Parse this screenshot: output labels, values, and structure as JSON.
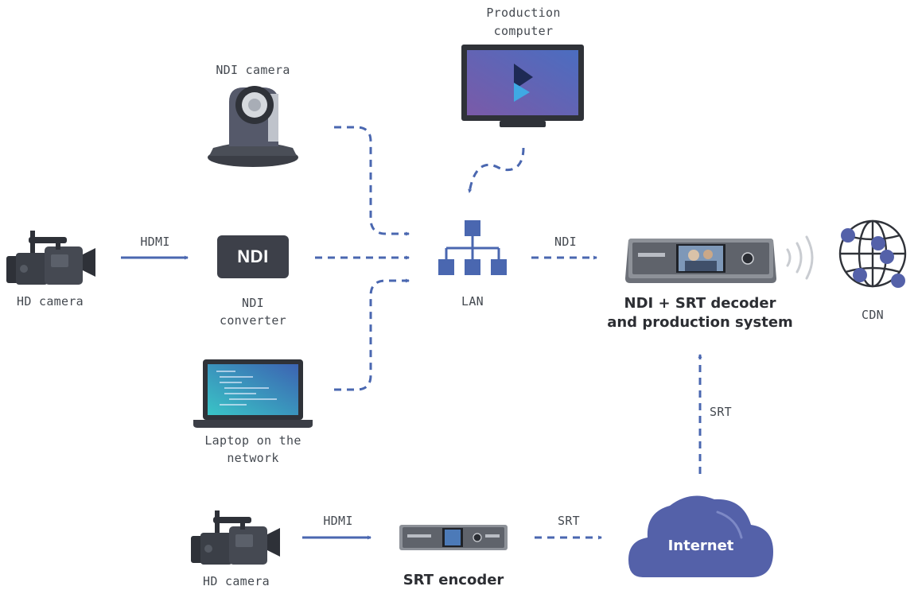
{
  "nodes": {
    "hd_camera_top": {
      "label": "HD camera",
      "icon": "video-camera-icon"
    },
    "ndi_converter": {
      "label_line1": "NDI",
      "label_line2": "converter",
      "badge": "NDI",
      "icon": "ndi-converter-icon"
    },
    "ndi_camera": {
      "label": "NDI camera",
      "icon": "ptz-camera-icon"
    },
    "production_computer": {
      "label_line1": "Production",
      "label_line2": "computer",
      "icon": "monitor-icon"
    },
    "laptop": {
      "label_line1": "Laptop on the",
      "label_line2": "network",
      "icon": "laptop-icon"
    },
    "lan": {
      "label": "LAN",
      "icon": "network-hierarchy-icon"
    },
    "decoder": {
      "label_line1": "NDI + SRT decoder",
      "label_line2": "and production system",
      "icon": "decoder-device-icon"
    },
    "cdn": {
      "label": "CDN",
      "icon": "globe-network-icon"
    },
    "hd_camera_bottom": {
      "label": "HD camera",
      "icon": "video-camera-icon"
    },
    "srt_encoder": {
      "label": "SRT encoder",
      "icon": "encoder-device-icon"
    },
    "internet": {
      "label": "Internet",
      "icon": "cloud-icon"
    }
  },
  "edges": {
    "hdmi_top": "HDMI",
    "ndi_to_decoder": "NDI",
    "hdmi_bottom": "HDMI",
    "srt_to_internet": "SRT",
    "srt_up": "SRT"
  },
  "colors": {
    "accent": "#4a67b0",
    "text": "#444950",
    "device_dark": "#3d4049",
    "cloud": "#5461a9"
  }
}
